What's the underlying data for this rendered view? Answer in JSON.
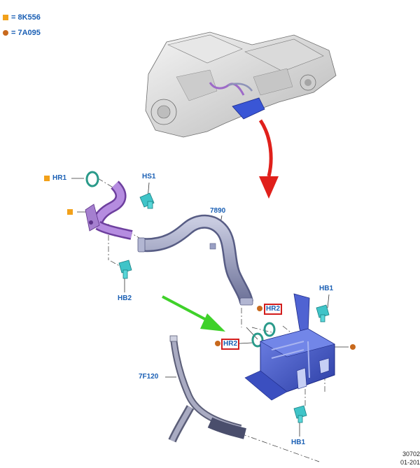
{
  "legend": [
    {
      "symbol": "square",
      "color": "#f2a11a",
      "text": "= 8K556"
    },
    {
      "symbol": "circle",
      "color": "#c8691d",
      "text": "= 7A095"
    }
  ],
  "labels": {
    "hr1": "HR1",
    "hs1": "HS1",
    "p7890": "7890",
    "hb2": "HB2",
    "hb1_top": "HB1",
    "hr2_top": "HR2",
    "hr2_left": "HR2",
    "p7f120": "7F120",
    "hb1_bottom": "HB1"
  },
  "reference": {
    "line1": "30702",
    "line2": "01-201"
  },
  "colors": {
    "label": "#1a5fb4",
    "square_marker": "#f2a11a",
    "circle_marker": "#c8691d",
    "red_arrow": "#e0201b",
    "green_arrow": "#3fd12a",
    "cooler": "#3f55c8",
    "purple_pipe": "#9d6ac8",
    "hose": "#8e93b8",
    "fastener": "#3fc4c8"
  }
}
